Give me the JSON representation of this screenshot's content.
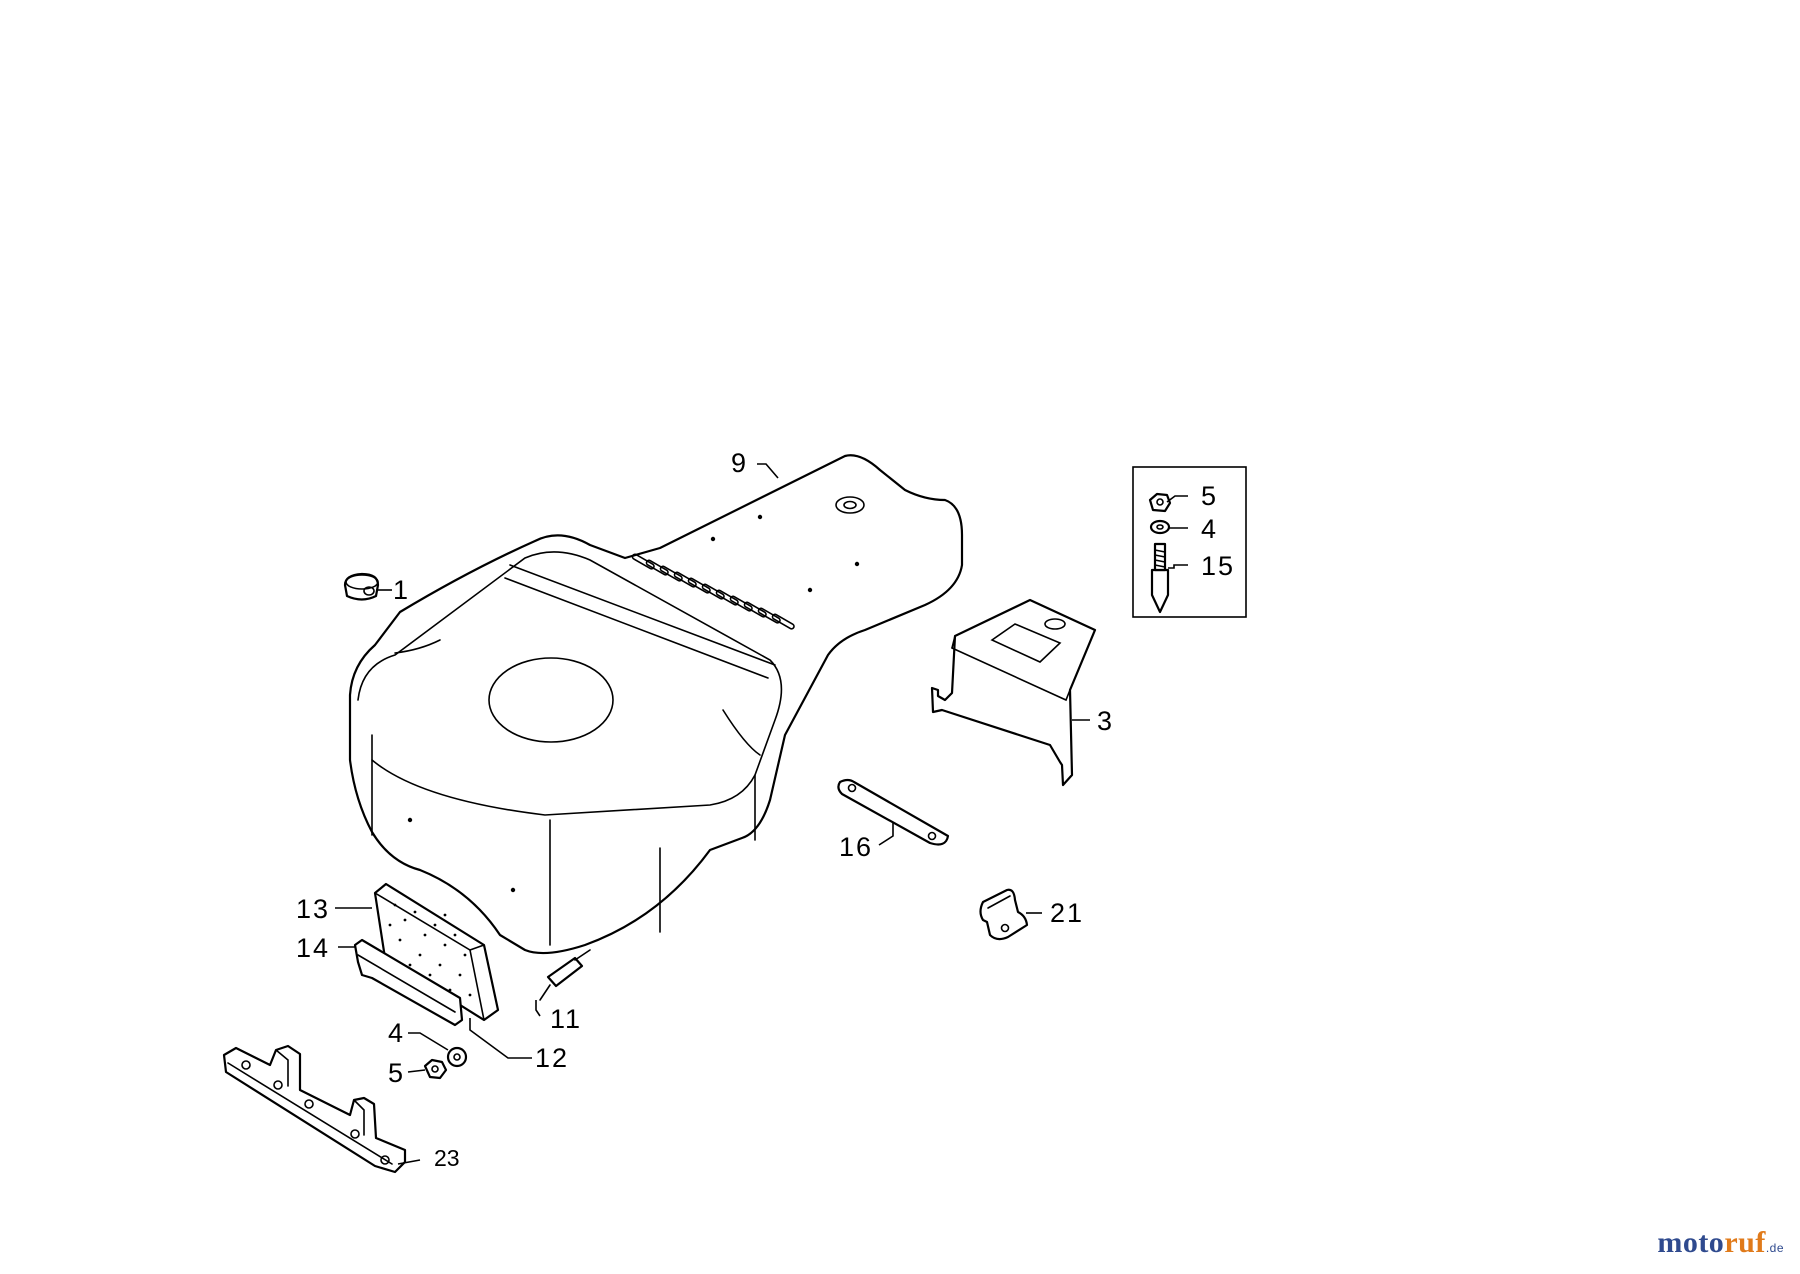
{
  "diagram": {
    "labels": {
      "l1": "1",
      "l3": "3",
      "l4a": "4",
      "l4b": "4",
      "l5a": "5",
      "l5b": "5",
      "l9": "9",
      "l11": "11",
      "l12": "12",
      "l13": "13",
      "l14": "14",
      "l15": "15",
      "l16": "16",
      "l21": "21",
      "l23": "23"
    }
  },
  "watermark": {
    "part1": "moto",
    "part2": "ruf",
    "part3": ".de"
  }
}
